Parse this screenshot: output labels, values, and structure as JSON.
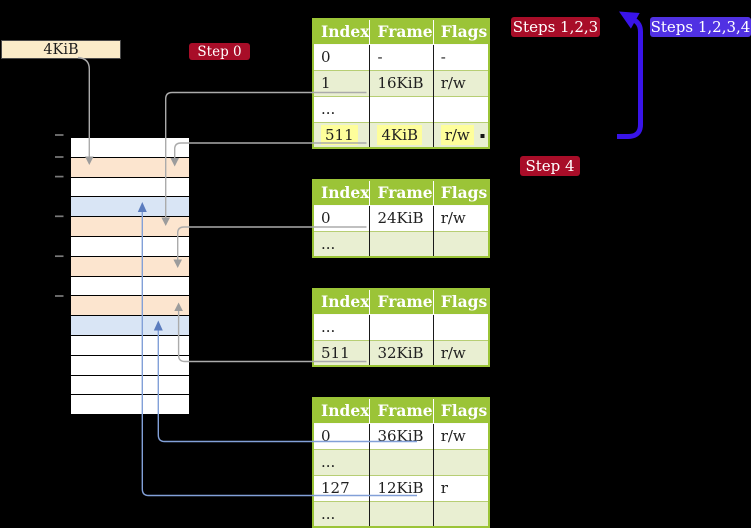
{
  "labels": {
    "frame_size": "4KiB"
  },
  "badges": {
    "step0": "Step 0",
    "steps123": "Steps 1,2,3",
    "steps1234": "Steps 1,2,3,4",
    "step4": "Step 4"
  },
  "tables": [
    {
      "id": "page-table-1",
      "headers": [
        "Index",
        "Frame",
        "Flags"
      ],
      "rows": [
        [
          "0",
          "-",
          "-"
        ],
        [
          "1",
          "16KiB",
          "r/w"
        ],
        [
          "...",
          "",
          ""
        ],
        [
          "511",
          "4KiB",
          "r/w"
        ]
      ],
      "highlighted_row": 3
    },
    {
      "id": "page-table-2",
      "headers": [
        "Index",
        "Frame",
        "Flags"
      ],
      "rows": [
        [
          "0",
          "24KiB",
          "r/w"
        ],
        [
          "...",
          "",
          ""
        ]
      ]
    },
    {
      "id": "page-table-3",
      "headers": [
        "Index",
        "Frame",
        "Flags"
      ],
      "rows": [
        [
          "...",
          "",
          ""
        ],
        [
          "511",
          "32KiB",
          "r/w"
        ]
      ]
    },
    {
      "id": "page-table-4",
      "headers": [
        "Index",
        "Frame",
        "Flags"
      ],
      "rows": [
        [
          "0",
          "36KiB",
          "r/w"
        ],
        [
          "...",
          "",
          ""
        ],
        [
          "127",
          "12KiB",
          "r"
        ],
        [
          "...",
          "",
          ""
        ]
      ]
    }
  ],
  "memory": {
    "rows": [
      "white",
      "peach",
      "white",
      "blue",
      "peach",
      "white",
      "peach",
      "white",
      "peach",
      "blue",
      "white",
      "white",
      "white",
      "white"
    ],
    "colors": {
      "white": "#FFFFFF",
      "peach": "#FCE5CF",
      "blue": "#D9E5F5"
    }
  },
  "connectors": [
    {
      "from": "frame-size-label",
      "to": "memory-row-1",
      "color": "gray"
    },
    {
      "from": "table1-index-1",
      "to": "memory-row-4",
      "color": "gray"
    },
    {
      "from": "table1-index-511",
      "to": "memory-row-1",
      "color": "gray"
    },
    {
      "from": "table2-index-0",
      "to": "memory-row-6",
      "color": "gray"
    },
    {
      "from": "table3-index-511",
      "to": "memory-row-8",
      "color": "gray"
    },
    {
      "from": "table4-index-0",
      "to": "memory-row-9",
      "color": "blue"
    },
    {
      "from": "table4-index-127",
      "to": "memory-row-3",
      "color": "blue"
    }
  ],
  "colors": {
    "table_header_green": "#9BC437",
    "table_row_green": "#E9EFD2",
    "row_separator_green": "#B7CE74",
    "memory_peach": "#FCE5CF",
    "memory_blue": "#D9E5F5",
    "highlight_yellow": "#FEFE9B",
    "badge_red": "#A80D28",
    "badge_blue": "#5031E3",
    "big_arrow_blue": "#3914E9",
    "connector_gray": "#ABABAB",
    "connector_blue": "#82A0D8",
    "frame_label_bg": "#FAEBC9"
  }
}
